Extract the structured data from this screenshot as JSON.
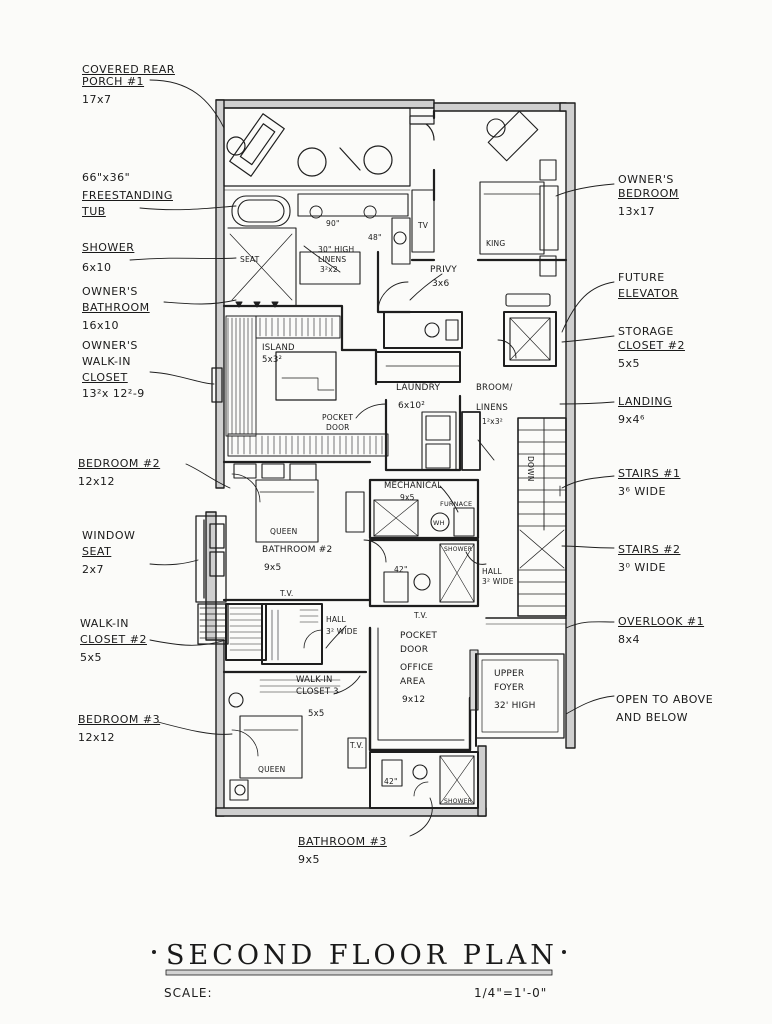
{
  "title": "SECOND FLOOR PLAN",
  "scale_label": "SCALE:",
  "scale_value": "1/4\"=1'-0\"",
  "callouts_left": [
    {
      "lines": [
        "COVERED REAR",
        "PORCH #1",
        "17x7"
      ]
    },
    {
      "lines": [
        "66\"x36\"",
        "FREESTANDING",
        "TUB"
      ]
    },
    {
      "lines": [
        "SHOWER",
        "6x10"
      ]
    },
    {
      "lines": [
        "OWNER'S",
        "BATHROOM",
        "16x10"
      ]
    },
    {
      "lines": [
        "OWNER'S",
        "WALK-IN",
        "CLOSET",
        "13²x 12²-9"
      ]
    },
    {
      "lines": [
        "BEDROOM #2",
        "12x12"
      ]
    },
    {
      "lines": [
        "WINDOW",
        "SEAT",
        "2x7"
      ]
    },
    {
      "lines": [
        "WALK-IN",
        "CLOSET #2",
        "5x5"
      ]
    },
    {
      "lines": [
        "BEDROOM #3",
        "12x12"
      ]
    }
  ],
  "callouts_right": [
    {
      "lines": [
        "OWNER'S",
        "BEDROOM",
        "13x17"
      ]
    },
    {
      "lines": [
        "FUTURE",
        "ELEVATOR"
      ]
    },
    {
      "lines": [
        "STORAGE",
        "CLOSET #2",
        "5x5"
      ]
    },
    {
      "lines": [
        "LANDING",
        "9x4⁶"
      ]
    },
    {
      "lines": [
        "STAIRS #1",
        "3⁶ WIDE"
      ]
    },
    {
      "lines": [
        "STAIRS #2",
        "3⁰ WIDE"
      ]
    },
    {
      "lines": [
        "OVERLOOK #1",
        "8x4"
      ]
    },
    {
      "lines": [
        "OPEN TO ABOVE",
        "AND BELOW"
      ]
    }
  ],
  "callout_bottom": {
    "lines": [
      "BATHROOM #3",
      "9x5"
    ]
  },
  "interior_labels": {
    "privy": "PRIVY",
    "privy_size": "3x6",
    "high_linens": "30\" HIGH",
    "linens": "LINENS",
    "linens_size": "3²x2",
    "island": "ISLAND",
    "island_size": "5x3²",
    "pocket_door_1": "POCKET",
    "pocket_door_1b": "DOOR",
    "laundry": "LAUNDRY",
    "laundry_size": "6x10²",
    "broom": "BROOM/",
    "broom_linens": "LINENS",
    "broom_size": "1²x3²",
    "mechanical": "MECHANICAL",
    "mechanical_size": "9x5",
    "furnace": "FURNACE",
    "wh": "WH",
    "shower_tag_1": "SHOWER",
    "queen_1": "QUEEN",
    "bathroom_2": "BATHROOM #2",
    "bathroom_2_size": "9x5",
    "hall_1": "HALL",
    "hall_1_width": "3² WIDE",
    "tv_1": "T.V.",
    "tv_2": "T.V.",
    "tv_3": "T.V.",
    "hall_2": "HALL",
    "hall_2_width": "3² WIDE",
    "pocket_door_2": "POCKET",
    "pocket_door_2b": "DOOR",
    "office": "OFFICE",
    "office_area": "AREA",
    "office_size": "9x12",
    "walkin_3": "WALK-IN",
    "walkin_3b": "CLOSET 3",
    "walkin_3_size": "5x5",
    "upper": "UPPER",
    "foyer": "FOYER",
    "foyer_height": "32' HIGH",
    "queen_2": "QUEEN",
    "king": "KING",
    "seat": "SEAT",
    "down": "DOWN",
    "dim_90": "90\"",
    "dim_48": "48\"",
    "dim_42a": "42\"",
    "dim_42b": "42\"",
    "tv_owner": "TV",
    "shower_tag_2": "SHOWER"
  }
}
